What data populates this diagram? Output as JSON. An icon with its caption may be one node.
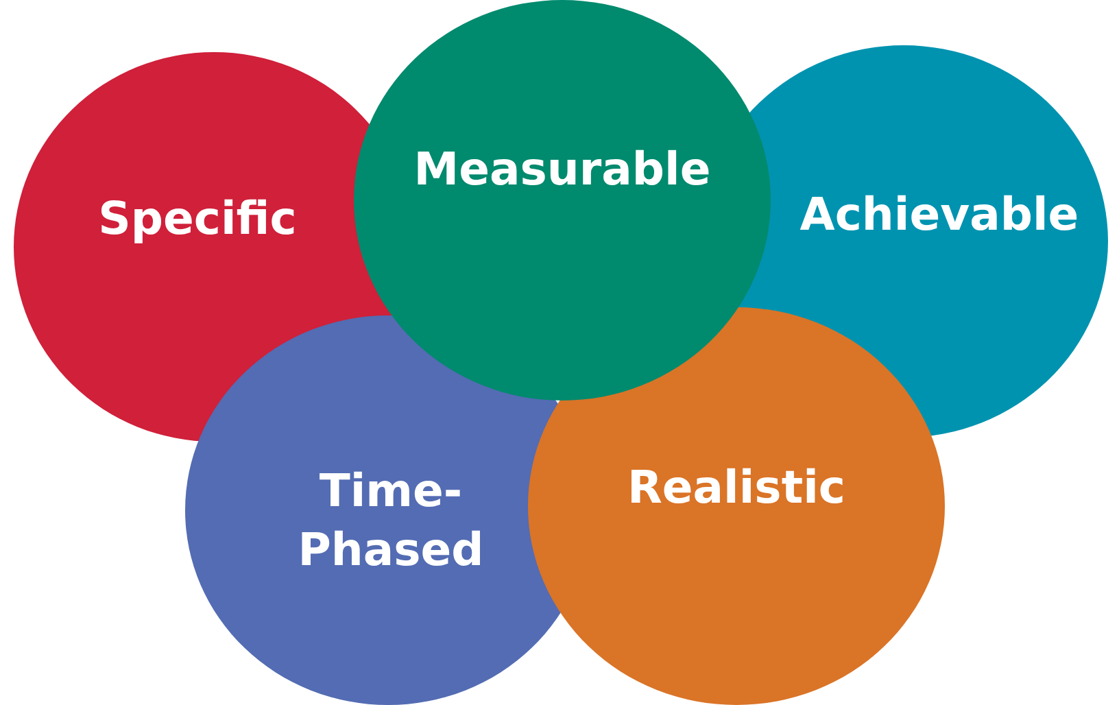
{
  "diagram": {
    "nodes": [
      {
        "text": [
          "Specific"
        ]
      },
      {
        "text": [
          "Measurable"
        ]
      },
      {
        "text": [
          "Achievable"
        ]
      },
      {
        "text": [
          "Time- Phased"
        ]
      },
      {
        "text": [
          "Realistic"
        ]
      }
    ]
  }
}
